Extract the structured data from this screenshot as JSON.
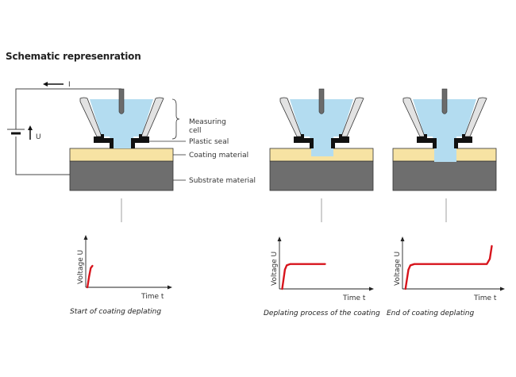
{
  "title": "Schematic represenration",
  "circuit": {
    "current_label": "I",
    "voltage_label": "U"
  },
  "labels": {
    "measuring_cell_line1": "Measuring",
    "measuring_cell_line2": "cell",
    "plastic_seal": "Plastic seal",
    "coating_material": "Coating material",
    "substrate_material": "Substrate material"
  },
  "colors": {
    "electrolyte": "#b3dcf0",
    "coating": "#f7e3a3",
    "substrate": "#6e6e6e",
    "seal": "#111111",
    "cell_wall": "#e2e2e2",
    "curve": "#d7141c"
  },
  "stages": [
    {
      "name": "start",
      "caption": "Start of coating deplating",
      "penetration": "surface"
    },
    {
      "name": "process",
      "caption": "Deplating process of the coating",
      "penetration": "partial"
    },
    {
      "name": "end",
      "caption": "End of coating deplating",
      "penetration": "full"
    }
  ],
  "chart_data": [
    {
      "type": "line",
      "title": "Start of coating deplating",
      "xlabel": "Time t",
      "ylabel": "Voltage U",
      "x": [
        0.02,
        0.04,
        0.06,
        0.08
      ],
      "y": [
        0.0,
        0.25,
        0.45,
        0.5
      ],
      "xlim": [
        0,
        1
      ],
      "ylim": [
        0,
        1
      ],
      "grid": false
    },
    {
      "type": "line",
      "title": "Deplating process of the coating",
      "xlabel": "Time t",
      "ylabel": "Voltage U",
      "x": [
        0.03,
        0.06,
        0.08,
        0.12,
        0.5
      ],
      "y": [
        0.0,
        0.45,
        0.55,
        0.58,
        0.58
      ],
      "xlim": [
        0,
        1
      ],
      "ylim": [
        0,
        1
      ],
      "grid": false
    },
    {
      "type": "line",
      "title": "End of coating deplating",
      "xlabel": "Time t",
      "ylabel": "Voltage U",
      "x": [
        0.03,
        0.06,
        0.08,
        0.12,
        0.85,
        0.88,
        0.9
      ],
      "y": [
        0.0,
        0.45,
        0.55,
        0.58,
        0.58,
        0.7,
        1.0
      ],
      "xlim": [
        0,
        1
      ],
      "ylim": [
        0,
        1
      ],
      "grid": false
    }
  ]
}
